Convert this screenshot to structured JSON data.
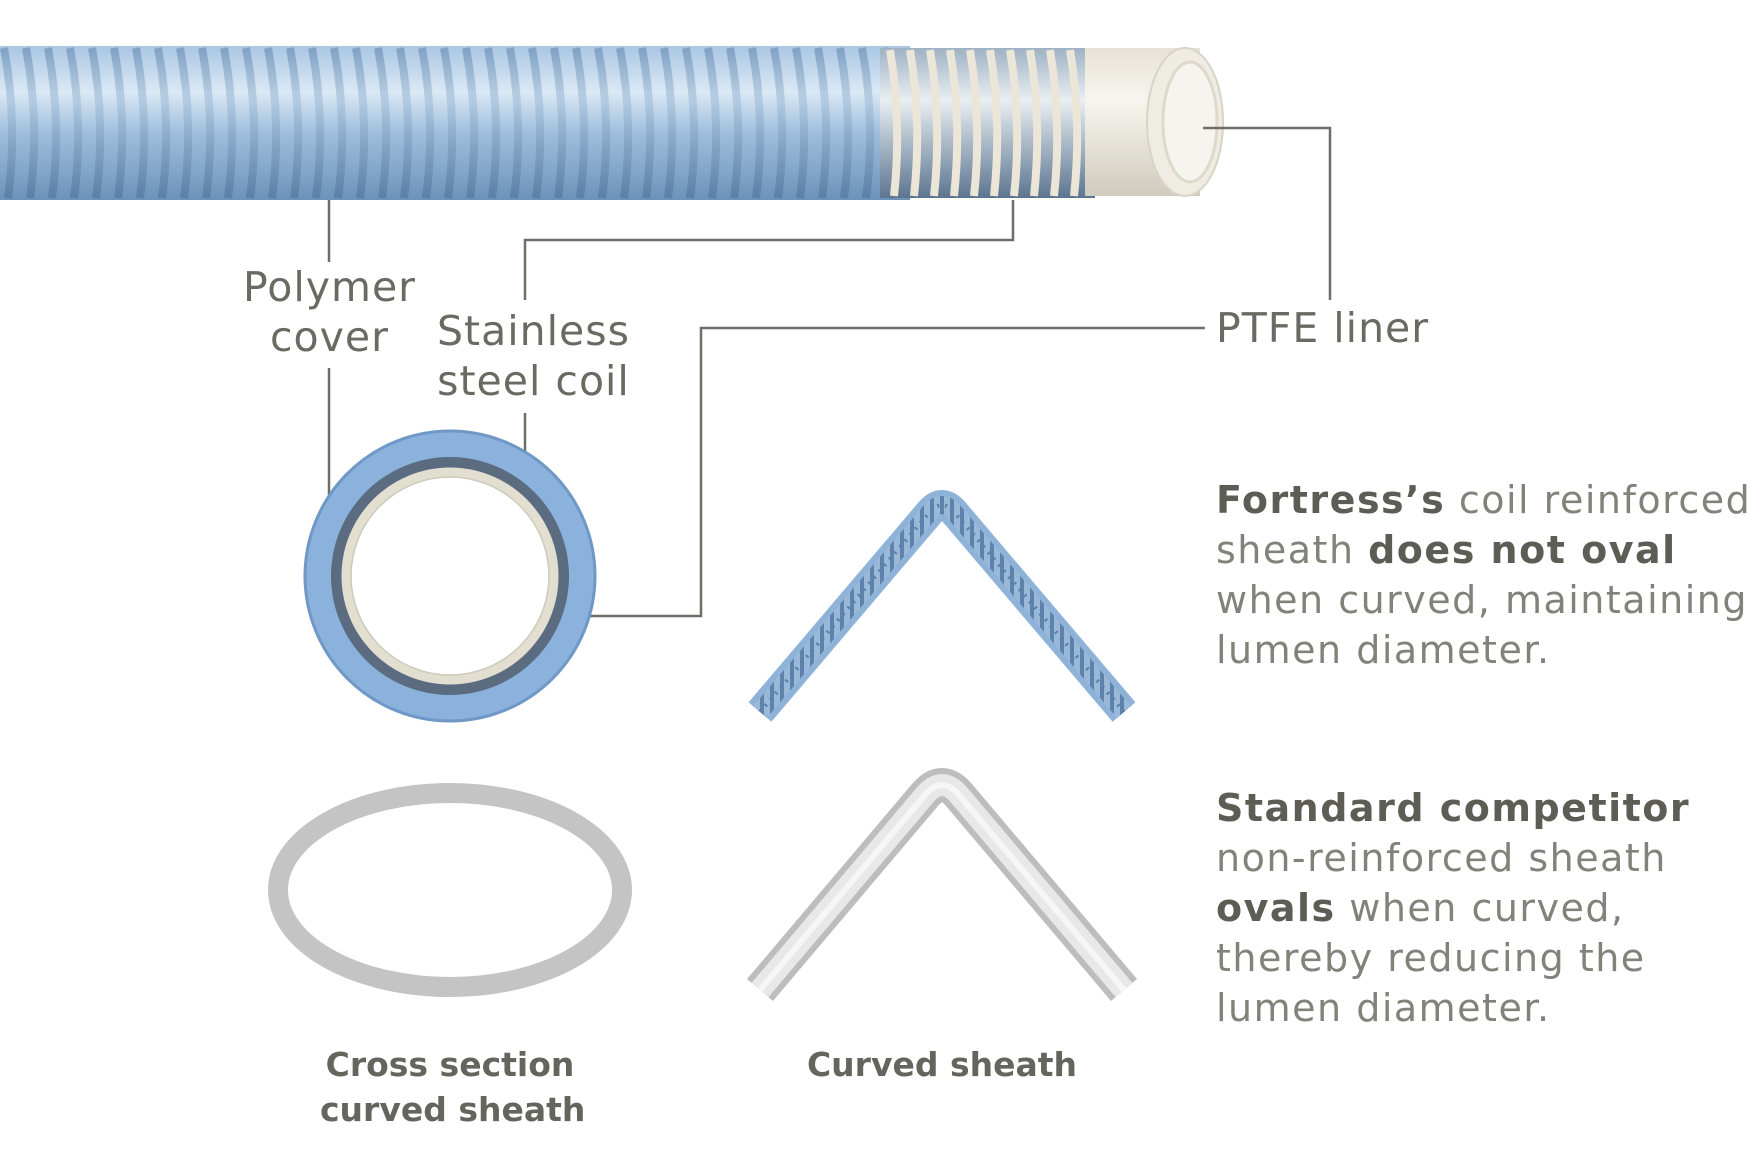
{
  "colors": {
    "polymer_cover": "#8fb7de",
    "coil": "#6a88a6",
    "ptfe_liner": "#ece9df",
    "leader_line": "#6f6e66",
    "oval_grey": "#c2c2c2",
    "text": "#6b6a62"
  },
  "labels": {
    "polymer_cover": [
      "Polymer",
      "cover"
    ],
    "stainless_coil": [
      "Stainless",
      "steel coil"
    ],
    "ptfe_liner": "PTFE liner"
  },
  "fortress_text": {
    "part1_bold": "Fortress’s",
    "part2": " coil reinforced sheath ",
    "part3_bold": "does not oval",
    "part4": " when curved, maintaining lumen diameter."
  },
  "competitor_text": {
    "part1_bold": "Standard competitor",
    "part2": " non-reinforced sheath ",
    "part3_bold": "ovals",
    "part4": " when curved, thereby reducing the lumen diameter."
  },
  "captions": {
    "cross_section": [
      "Cross section",
      "curved sheath"
    ],
    "curved_sheath": "Curved sheath"
  }
}
